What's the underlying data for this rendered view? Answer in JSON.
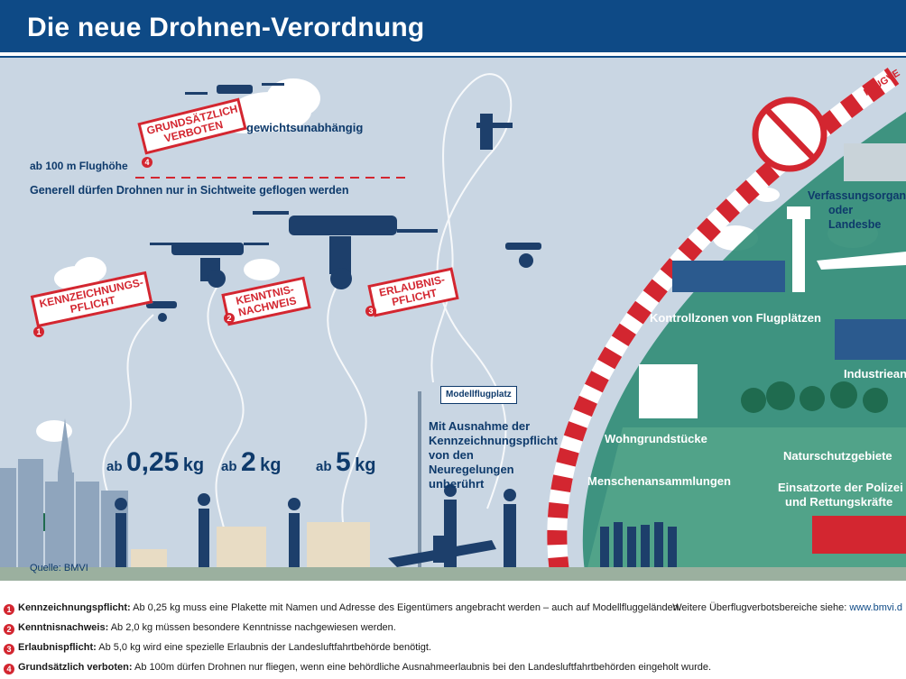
{
  "header": {
    "title": "Die neue Drohnen-Verordnung"
  },
  "scene": {
    "altitude_label": "ab 100 m Flughöhe",
    "sight_rule": "Generell dürfen Drohnen nur in Sichtweite geflogen werden",
    "weight_independent": "gewichtsunabhängig",
    "stamps": [
      {
        "num": "1",
        "label": "Kennzeichnungs-pflicht"
      },
      {
        "num": "2",
        "label": "Kenntnis-nachweis"
      },
      {
        "num": "3",
        "label": "Erlaubnis-pflicht"
      },
      {
        "num": "4",
        "label": "Grundsätzlich verboten"
      }
    ],
    "weights": [
      {
        "prefix": "ab",
        "value": "0,25",
        "unit": "kg"
      },
      {
        "prefix": "ab",
        "value": "2",
        "unit": "kg"
      },
      {
        "prefix": "ab",
        "value": "5",
        "unit": "kg"
      }
    ],
    "modelflight_sign": "Modellflugplatz",
    "modelflight_note": "Mit Ausnahme der Kennzeichnungspflicht von den Neuregelungen unberührt",
    "no_fly_band": "FLUGVE",
    "zones": [
      "Verfassungsorgane,",
      "oder Landesbe",
      "Kontrollzonen von Flugplätzen",
      "Industrieanl",
      "Wohngrundstücke",
      "Naturschutzgebiete",
      "Menschenansammlungen",
      "Einsatzorte der Polizei",
      "und Rettungskräfte"
    ],
    "source": "Quelle: BMVI"
  },
  "legend": {
    "items": [
      {
        "num": "1",
        "term": "Kennzeichnungspflicht:",
        "text": " Ab 0,25 kg muss eine Plakette mit Namen und Adresse des Eigentümers angebracht werden – auch auf Modellfluggeländen."
      },
      {
        "num": "2",
        "term": "Kenntnisnachweis:",
        "text": " Ab 2,0 kg müssen besondere Kenntnisse nachgewiesen werden."
      },
      {
        "num": "3",
        "term": "Erlaubnispflicht:",
        "text": " Ab 5,0 kg wird eine spezielle Erlaubnis der Landesluftfahrtbehörde benötigt."
      },
      {
        "num": "4",
        "term": "Grundsätzlich verboten:",
        "text": " Ab 100m dürfen Drohnen nur fliegen, wenn eine behördliche Ausnahmeerlaubnis bei den Landesluftfahrtbehörden eingeholt wurde."
      }
    ],
    "more_prefix": "Weitere Überflugverbotsbereiche siehe: ",
    "more_link": "www.bmvi.d"
  },
  "colors": {
    "brand": "#0e4a86",
    "alert": "#d32630",
    "sky": "#c9d6e3",
    "green": "#2f8c74"
  }
}
